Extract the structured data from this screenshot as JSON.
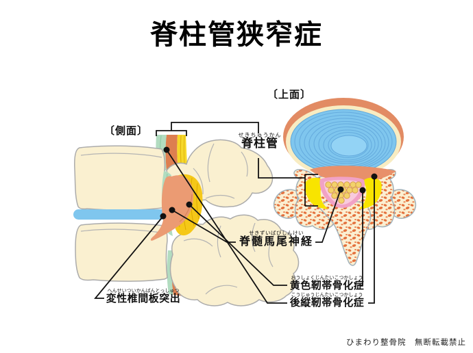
{
  "title": "脊柱管狭窄症",
  "views": {
    "side_caption": "〔側面〕",
    "top_caption": "〔上面〕"
  },
  "labels": {
    "spinal_canal": {
      "furigana": "せきちゅうかん",
      "text": "脊柱管"
    },
    "cauda_equina": {
      "furigana": "せきずいばびしんけい",
      "text": "脊髄馬尾神経"
    },
    "yellow_ligament": {
      "furigana": "おうしょくじんたいこつかしょう",
      "text": "黄色靭帯骨化症"
    },
    "posterior_ligament": {
      "furigana": "こうじゅうじんたいこつかしょう",
      "text": "後縦靭帯骨化症"
    },
    "disc_protrusion": {
      "furigana": "へんせいついかんばんとっしゅつ",
      "text": "変性椎間板突出"
    }
  },
  "footer": "ひまわり整骨院　無断転載禁止",
  "colors": {
    "background": "#FFFFFF",
    "ink": "#111111",
    "bone_cream": "#FAF0D0",
    "bone_outline": "#ABABAB",
    "disc_blue": "#7FC6EE",
    "ring_blue": "#62A8DC",
    "salmon": "#E8906A",
    "orange_stripe": "#DD7F50",
    "teal_stripe": "#B2DCC0",
    "yellow_stripe": "#F6D829",
    "yellow_ligament": "#F8E400",
    "canal_pink": "#F1A2C5",
    "canal_pink_light": "#F9CBDD",
    "nerve_yellow": "#F3D26A",
    "speckle_orange": "#E4703C"
  }
}
